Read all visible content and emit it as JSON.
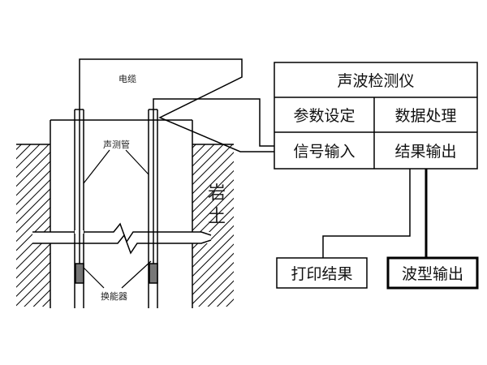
{
  "instrument": {
    "title": "声波检测仪",
    "param": "参数设定",
    "data": "数据处理",
    "signal_in": "信号输入",
    "result_out": "结果输出"
  },
  "outputs": {
    "print": "打印结果",
    "wave": "波型输出"
  },
  "labels": {
    "cable": "电缆",
    "sound_tube": "声测管",
    "transducer": "换能器",
    "soil_top": "岩",
    "soil_bottom": "土"
  }
}
